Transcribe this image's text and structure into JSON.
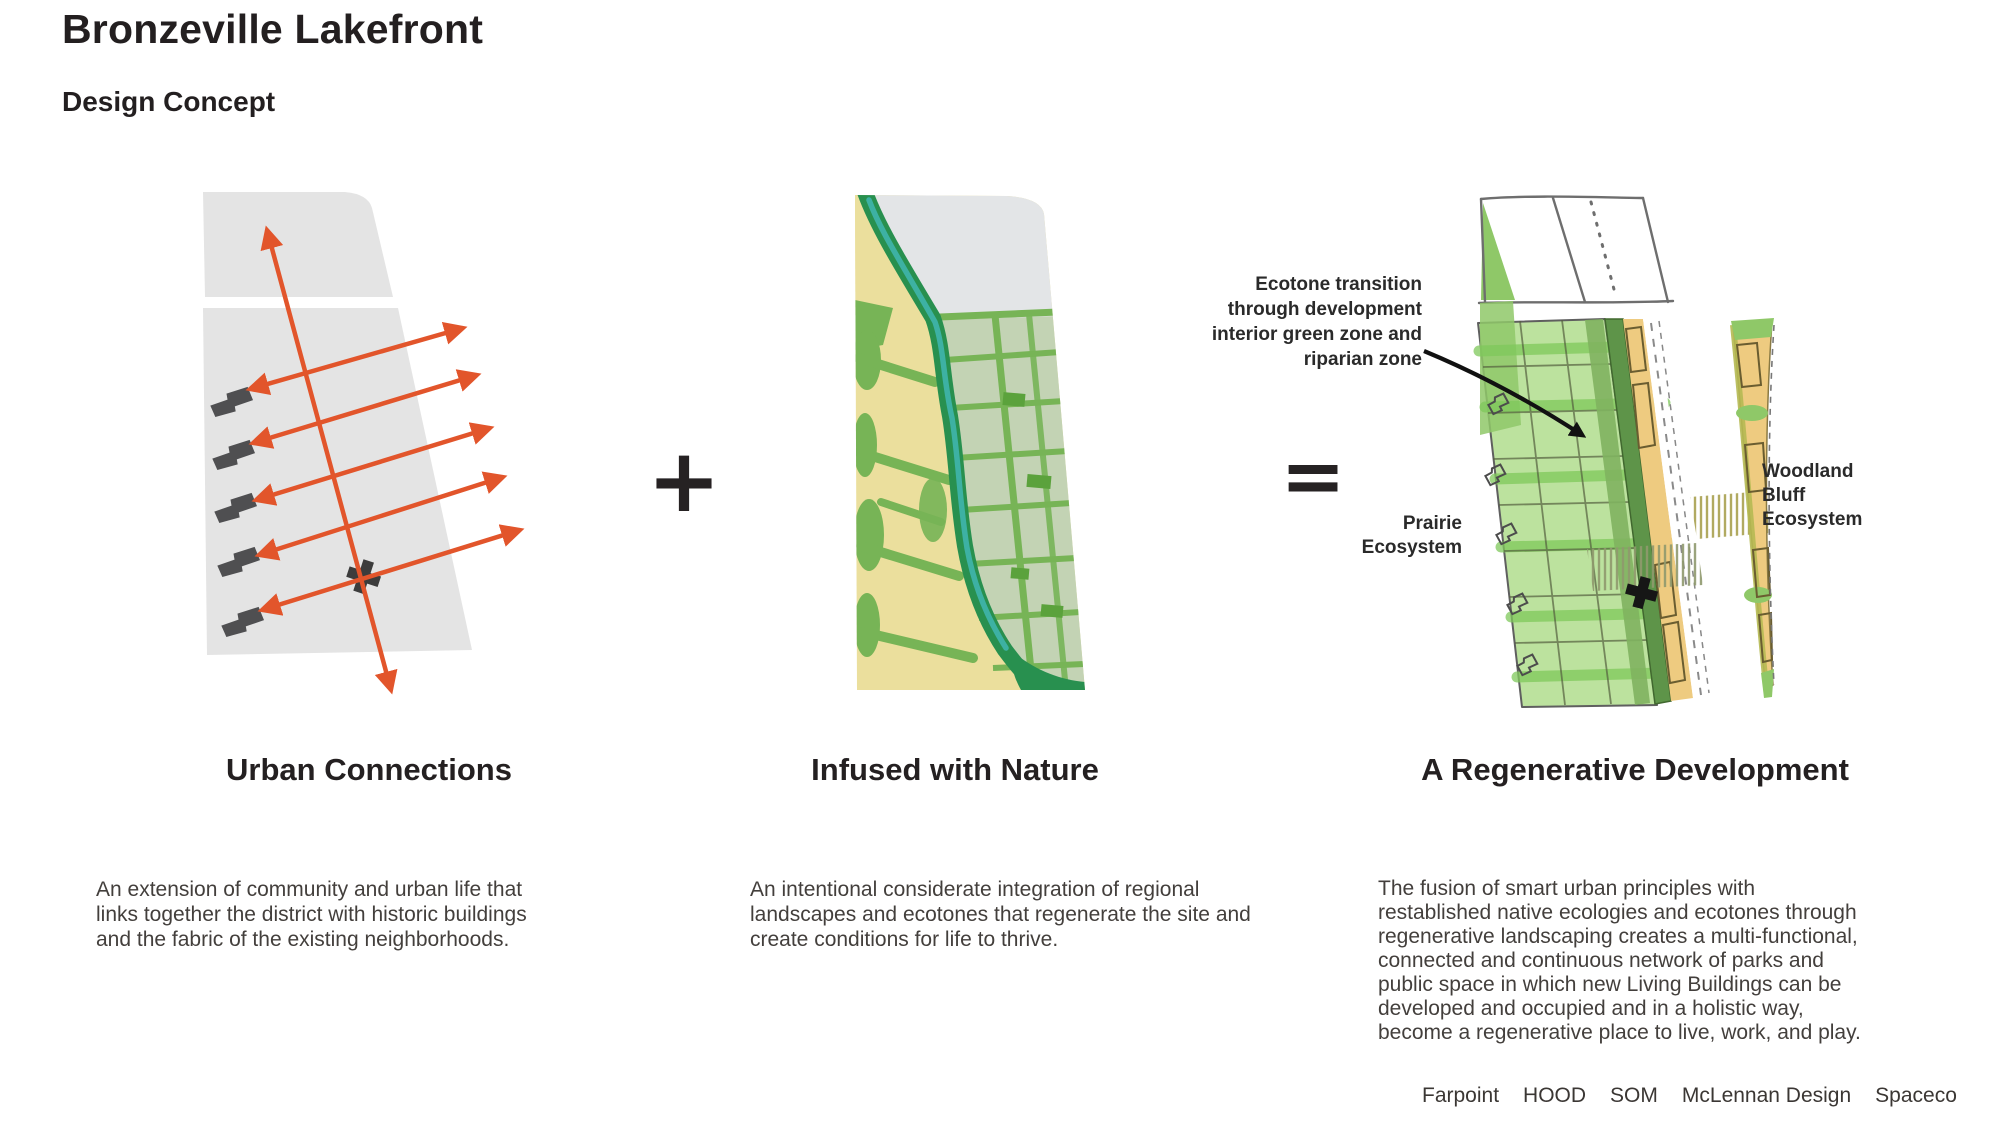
{
  "header": {
    "title": "Bronzeville Lakefront",
    "subtitle": "Design Concept"
  },
  "operators": {
    "plus": "+",
    "equals": "="
  },
  "panels": [
    {
      "id": "urban-connections",
      "heading": "Urban Connections",
      "body": "An extension of community and urban life that\nlinks together the district with historic buildings\nand the fabric of the existing neighborhoods."
    },
    {
      "id": "infused-with-nature",
      "heading": "Infused with Nature",
      "body": "An intentional considerate integration of regional\nlandscapes and ecotones that regenerate the site and\ncreate conditions for life to thrive."
    },
    {
      "id": "regenerative-development",
      "heading": "A Regenerative Development",
      "body": "The fusion of smart urban principles with\nrestablished native ecologies and ecotones through\nregenerative landscaping creates a multi-functional,\nconnected and continuous network of parks and\npublic space in which new Living Buildings can be\ndeveloped and occupied and in a holistic way,\nbecome a regenerative place to live, work, and play."
    }
  ],
  "annotations": {
    "ecotone_label": "Ecotone transition\nthrough development\ninterior green zone and\nriparian zone",
    "prairie_label": "Prairie\nEcosystem",
    "woodland_label": "Woodland\nBluff\nEcosystem"
  },
  "footer": {
    "firms": [
      "Farpoint",
      "HOOD",
      "SOM",
      "McLennan Design",
      "Spaceco"
    ]
  },
  "colors": {
    "accent_orange": "#e2552b",
    "site_gray": "#e4e4e4",
    "building_gray": "#4f4f51",
    "map_yellow": "#ebdf9d",
    "map_green": "#77b456",
    "map_sage": "#c3d3b4",
    "river_green": "#28904f",
    "river_teal": "#3eb3a8",
    "sketch_light_green": "#bce29e",
    "sketch_dark_green": "#5e9449",
    "sketch_tan": "#eecb80",
    "ink": "#231f20"
  }
}
